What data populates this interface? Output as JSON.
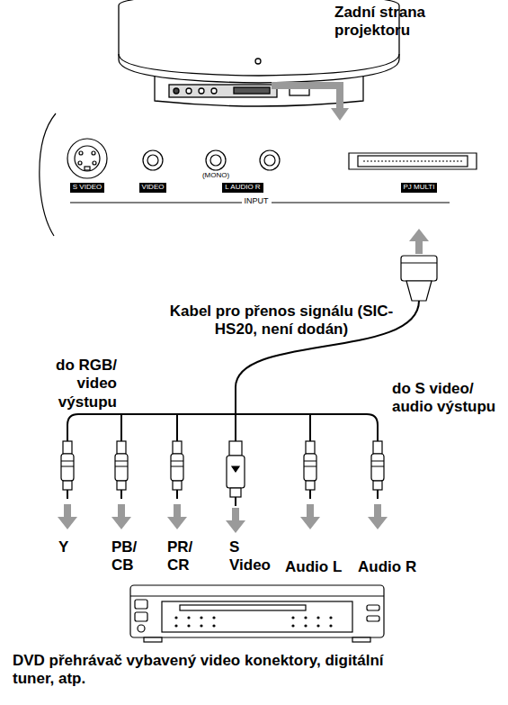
{
  "diagram": {
    "caption": "DVD přehrávač vybavený video konektory, digitální tuner, atp.",
    "labels": [
      "Zadní strana projektoru",
      "S VIDEO",
      "VIDEO",
      "(MONO)",
      "L AUDIO R",
      "PJ MULTI",
      "INPUT",
      "Kabel pro přenos signálu (SIC-HS20, není dodán)",
      "do RGB/ video výstupu",
      "do S video/ audio výstupu",
      "Y",
      "PB/ CB",
      "PR/ CR",
      "S Video",
      "Audio L",
      "Audio R"
    ]
  }
}
